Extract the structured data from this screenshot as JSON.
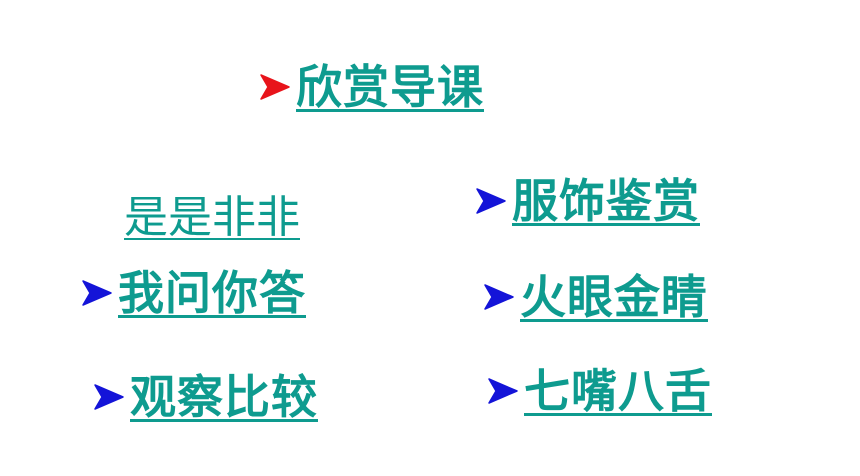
{
  "slide": {
    "title_link": {
      "label": "欣赏导课",
      "arrow_color": "#e8141b"
    },
    "links": [
      {
        "id": "shifei",
        "label": "是是非非"
      },
      {
        "id": "woweninida",
        "label": "我问你答",
        "arrow_color": "#1414d8"
      },
      {
        "id": "guanchabijiao",
        "label": "观察比较",
        "arrow_color": "#1414d8"
      },
      {
        "id": "fushijianshang",
        "label": "服饰鉴赏",
        "arrow_color": "#1414d8"
      },
      {
        "id": "huoyanjinjing",
        "label": "火眼金睛",
        "arrow_color": "#1414d8"
      },
      {
        "id": "qizuibashe",
        "label": "七嘴八舌",
        "arrow_color": "#1414d8"
      }
    ],
    "text_color": "#0e9b8f",
    "icons": {
      "bullet": "triangle-arrow-icon"
    }
  }
}
